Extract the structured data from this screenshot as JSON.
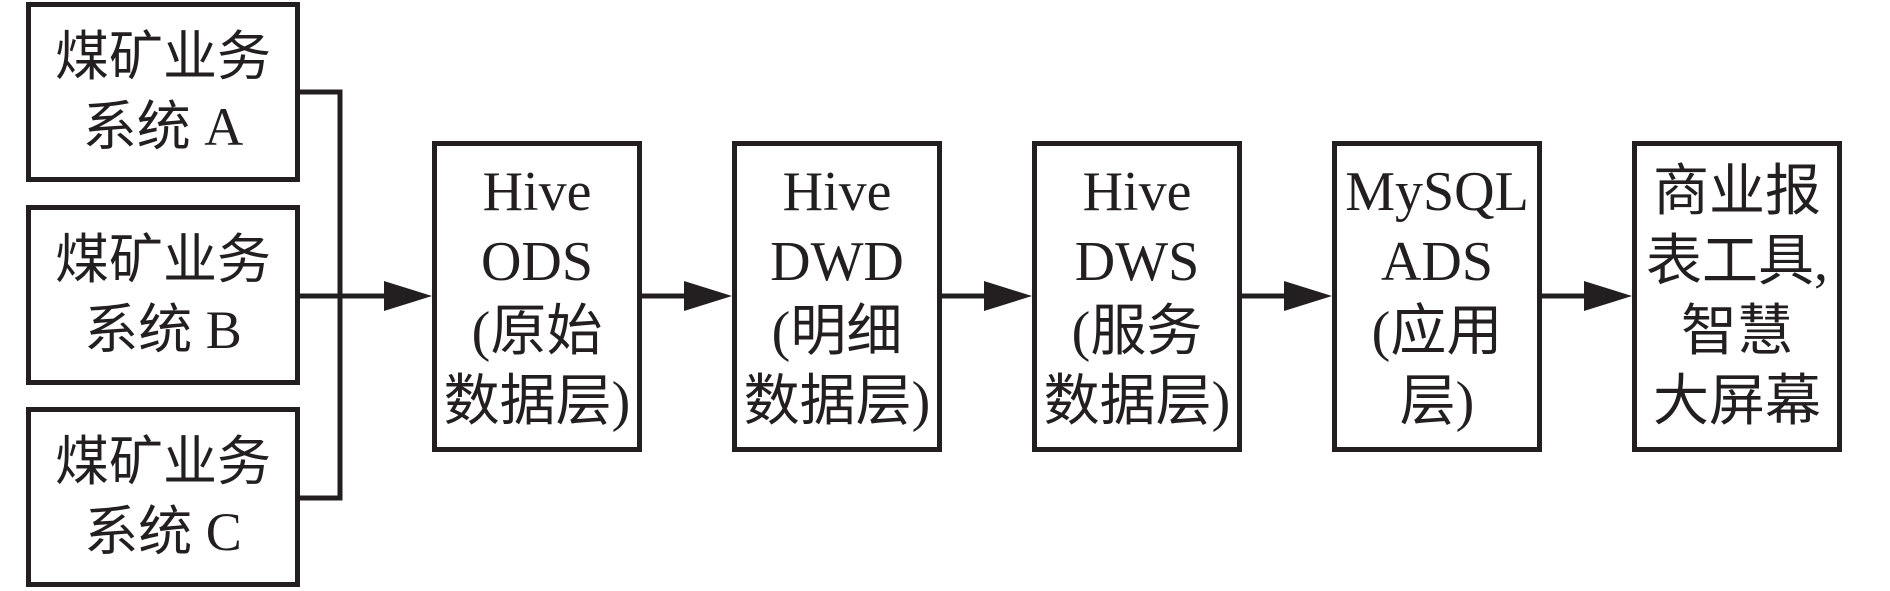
{
  "colors": {
    "stroke": "#231f20",
    "background": "#ffffff"
  },
  "sources": [
    {
      "line1": "煤矿业务",
      "line2": "系统 A"
    },
    {
      "line1": "煤矿业务",
      "line2": "系统 B"
    },
    {
      "line1": "煤矿业务",
      "line2": "系统 C"
    }
  ],
  "stages": [
    {
      "lines": [
        "Hive",
        "ODS",
        "(原始",
        "数据层)"
      ]
    },
    {
      "lines": [
        "Hive",
        "DWD",
        "(明细",
        "数据层)"
      ]
    },
    {
      "lines": [
        "Hive",
        "DWS",
        "(服务",
        "数据层)"
      ]
    },
    {
      "lines": [
        "MySQL",
        "ADS",
        "(应用",
        "层)"
      ]
    },
    {
      "lines": [
        "商业报",
        "表工具,",
        "智慧",
        "大屏幕"
      ]
    }
  ]
}
